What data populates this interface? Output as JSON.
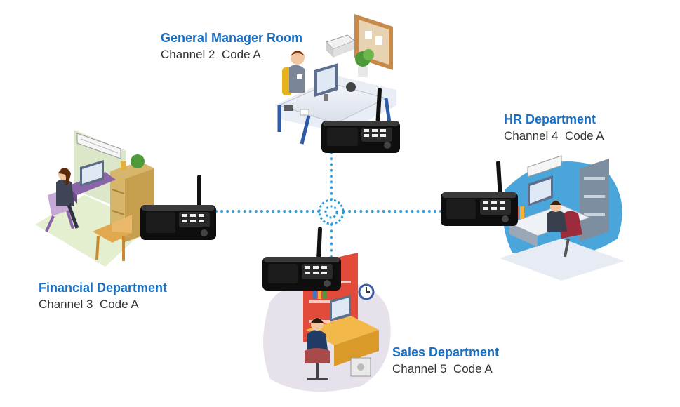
{
  "colors": {
    "accent": "#1a6fc2",
    "link_line": "#2f9ad6",
    "text": "#333333"
  },
  "stations": [
    {
      "title": "General Manager Room",
      "subtitle": "Channel 2  Code A"
    },
    {
      "title": "HR Department",
      "subtitle": "Channel 4  Code A"
    },
    {
      "title": "Financial Department",
      "subtitle": "Channel 3  Code A"
    },
    {
      "title": "Sales Department",
      "subtitle": "Channel 5  Code A"
    }
  ]
}
